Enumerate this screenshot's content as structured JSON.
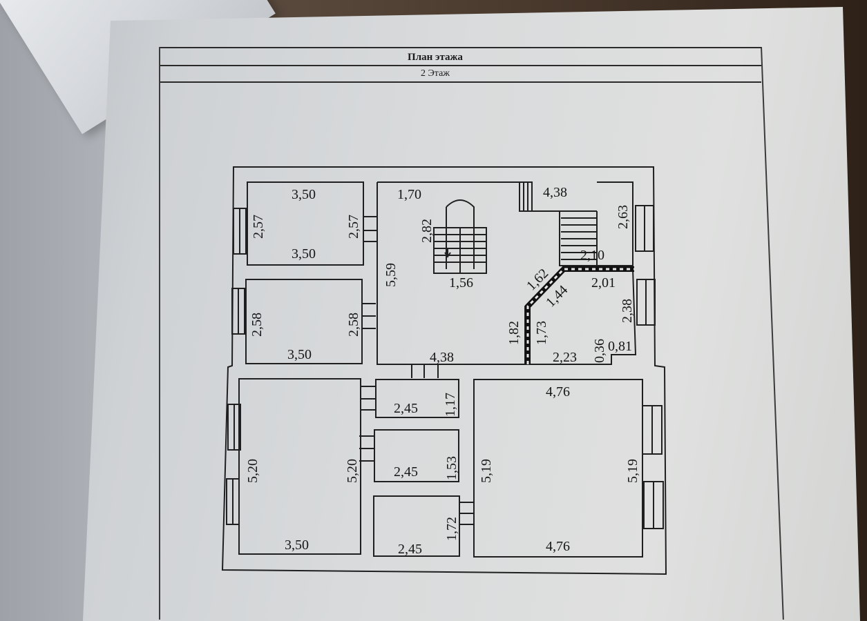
{
  "header": {
    "title": "План этажа",
    "floor": "2 Этаж"
  },
  "dimensions": {
    "r1_top": "3,50",
    "r1_left": "2,57",
    "r1_right": "2,57",
    "r1_bottom": "3,50",
    "r2_left": "2,58",
    "r2_right": "2,58",
    "r2_bottom": "3,50",
    "hall_top": "1,70",
    "stair_h": "2,82",
    "hall_left": "5,59",
    "stair_w": "1,56",
    "hall_bottom": "4,38",
    "tr_top": "4,38",
    "tr_right": "2,63",
    "tr_mid": "2,10",
    "diag_a": "1,62",
    "diag_b": "1,44",
    "bath_top": "2,01",
    "bath_right": "2,38",
    "wall_a": "1,82",
    "wall_b": "1,73",
    "bath_bottom": "2,23",
    "niche_h": "0,36",
    "niche_w": "0,81",
    "bl_left": "5,20",
    "bl_right": "5,20",
    "bl_bottom": "3,50",
    "s1_w": "2,45",
    "s1_h": "1,17",
    "s2_w": "2,45",
    "s2_h": "1,53",
    "s3_w": "2,45",
    "s3_h": "1,72",
    "br_top": "4,76",
    "br_left": "5,19",
    "br_right": "5,19",
    "br_bottom": "4,76"
  },
  "colors": {
    "ink": "#1a1a1a",
    "paper": "#d9dbdc"
  }
}
